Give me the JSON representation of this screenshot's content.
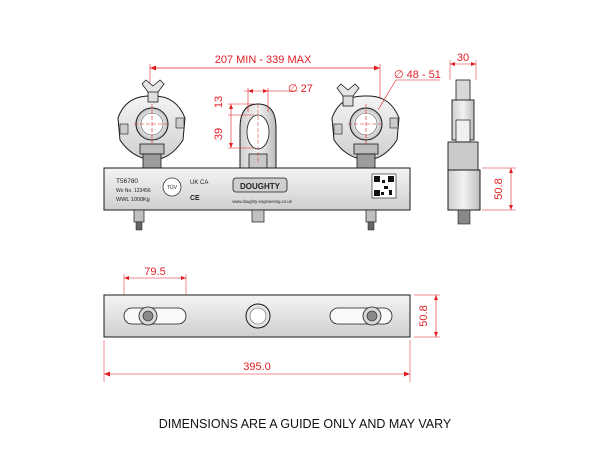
{
  "dimensions": {
    "width_range": "207 MIN - 339 MAX",
    "hole_diameter": "∅ 27",
    "clamp_range": "∅ 48 - 51",
    "eye_gap": "13",
    "eye_height": "39",
    "side_depth": "30",
    "side_height": "50.8",
    "front_height": "50.8",
    "clamp_offset": "79.5",
    "overall_length": "395.0"
  },
  "plate_markings": {
    "model": "T56780",
    "wo_no": "Wo No. 123456",
    "wwl": "WWL 1000Kg",
    "brand": "DOUGHTY",
    "website": "www.doughty-engineering.co.uk",
    "badge": "TÜV",
    "uk_mark": "UK CA",
    "ce_mark": "CE"
  },
  "note": "DIMENSIONS ARE A GUIDE ONLY AND MAY VARY",
  "colors": {
    "dimension": "#e31e24",
    "outline": "#1a1a1a",
    "metal_light": "#e8e8e8",
    "metal_mid": "#b5b5b5"
  }
}
